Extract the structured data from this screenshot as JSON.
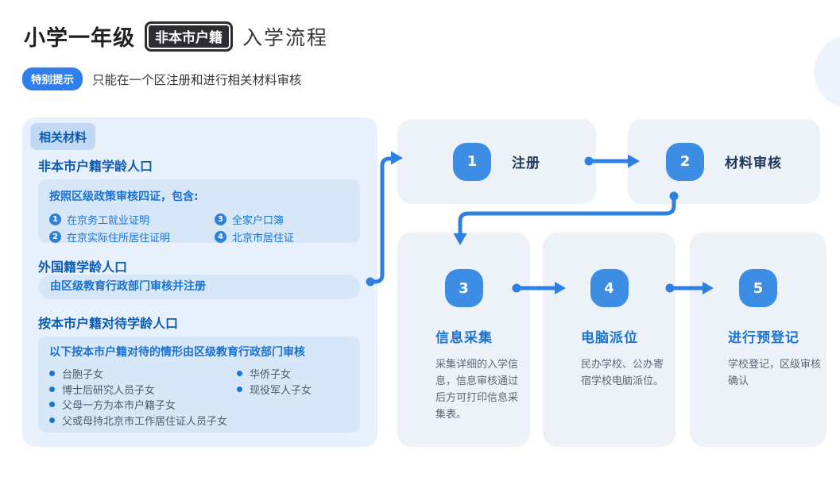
{
  "header": {
    "title_part1": "小学一年级",
    "title_badge": "非本市户籍",
    "title_part2": "入学流程",
    "tip_badge": "特别提示",
    "tip_text": "只能在一个区注册和进行相关材料审核"
  },
  "materials_panel": {
    "tab": "相关材料",
    "sections": [
      {
        "heading": "非本市户籍学龄人口",
        "box_title": "按照区级政策审核四证，包含:",
        "items": [
          {
            "num": "1",
            "text": "在京务工就业证明"
          },
          {
            "num": "2",
            "text": "在京实际住所居住证明"
          },
          {
            "num": "3",
            "text": "全家户口簿"
          },
          {
            "num": "4",
            "text": "北京市居住证"
          }
        ]
      },
      {
        "heading": "外国籍学龄人口",
        "box_text": "由区级教育行政部门审核并注册"
      },
      {
        "heading": "按本市户籍对待学龄人口",
        "box_title": "以下按本市户籍对待的情形由区级教育行政部门审核",
        "bullets_col1": [
          "台胞子女",
          "博士后研究人员子女",
          "父母一方为本市户籍子女",
          "父或母持北京市工作居住证人员子女"
        ],
        "bullets_col2": [
          "华侨子女",
          "现役军人子女"
        ]
      }
    ]
  },
  "flow": {
    "steps": [
      {
        "num": "1",
        "label": "注册"
      },
      {
        "num": "2",
        "label": "材料审核"
      },
      {
        "num": "3",
        "label": "信息采集",
        "desc": "采集详细的入学信\n息，信息审核通过\n后方可打印信息采\n集表。"
      },
      {
        "num": "4",
        "label": "电脑派位",
        "desc": "民办学校、公办寄\n宿学校电脑派位。"
      },
      {
        "num": "5",
        "label": "进行预登记",
        "desc": "学校登记，区级审核\n确认"
      }
    ]
  },
  "colors": {
    "primary_blue": "#2d7fe0",
    "squircle_blue": "#3d8de5",
    "heading_blue": "#0b5cb4",
    "panel_bg": "#e8f1fb",
    "inner_box_bg": "#d7e7f8",
    "tab_bg": "#c1d9f3",
    "card_bg": "#edf2f8",
    "badge_dark": "#2b2d31",
    "tip_badge_bg": "#2f80ed",
    "bullet_text": "#4d5d6c",
    "desc_text": "#5c6975",
    "step1_label_dark": "#20395a"
  }
}
